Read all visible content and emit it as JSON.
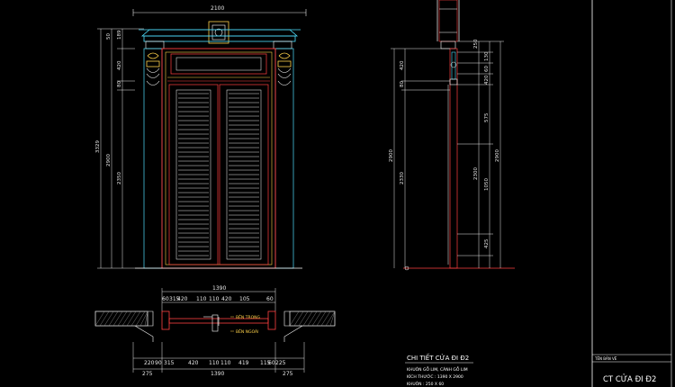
{
  "drawing": {
    "title": "CHI TIẾT CỬA ĐI Đ2",
    "notes": [
      "KHUÔN GỖ LIM, CÁNH GỖ LIM",
      "KÍCH THƯỚC : 1390 X 2900",
      "KHUÔN : 250 X 60"
    ],
    "room_labels": {
      "inside": "BÊN TRONG",
      "outside": "BÊN NGOÀI"
    }
  },
  "elevation_dims": {
    "top_width": "2100",
    "left_inner": [
      "50",
      "189",
      "420",
      "80",
      "2350"
    ],
    "left_mid": [
      "189",
      "420",
      "80",
      "2900"
    ],
    "left_total": "3329"
  },
  "section_dims": {
    "left": [
      "420",
      "80",
      "2330",
      "2900"
    ],
    "right_a": [
      "250",
      "130",
      "60",
      "420",
      "575",
      "1050",
      "425",
      "2300"
    ],
    "right_b": [
      "2900"
    ]
  },
  "plan_dims": {
    "top_total": "1390",
    "top_parts": [
      "60",
      "315",
      "420",
      "110",
      "110",
      "420",
      "105",
      "60"
    ],
    "bottom_parts": [
      "220",
      "90",
      "315",
      "420",
      "110",
      "110",
      "419",
      "115",
      "60",
      "225"
    ],
    "bottom_outer": [
      "275",
      "1390",
      "275"
    ]
  },
  "title_block": {
    "small_label": "TÊN BẢN VẼ",
    "drawing_name": "CT CỬA ĐI Đ2"
  }
}
